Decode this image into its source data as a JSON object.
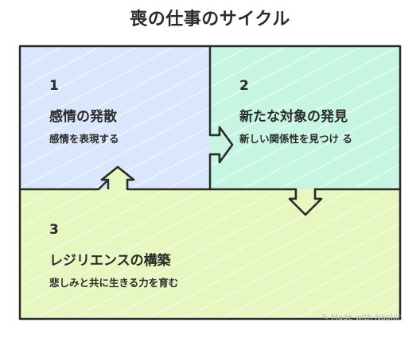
{
  "title": "喪の仕事のサイクル",
  "colors": {
    "stage1_fill": "#d9e6fb",
    "stage2_fill": "#c6f6e2",
    "stage3_fill": "#e6f7bf",
    "stroke": "#2b2b2b",
    "scribble": "#ffffff"
  },
  "stages": [
    {
      "number": "1",
      "title": "感情の発散",
      "description": "感情を表現する"
    },
    {
      "number": "2",
      "title": "新たな対象の発見",
      "description": "新しい関係性を見つけ る"
    },
    {
      "number": "3",
      "title": "レジリエンスの構築",
      "description": "悲しみと共に生きる力を育む"
    }
  ],
  "arrows": [
    {
      "from": "1",
      "to": "2",
      "direction": "right"
    },
    {
      "from": "2",
      "to": "3",
      "direction": "down"
    },
    {
      "from": "3",
      "to": "1",
      "direction": "up"
    }
  ],
  "watermark": "Made with Napkin",
  "watermark_icon": "napkin-logo-icon"
}
